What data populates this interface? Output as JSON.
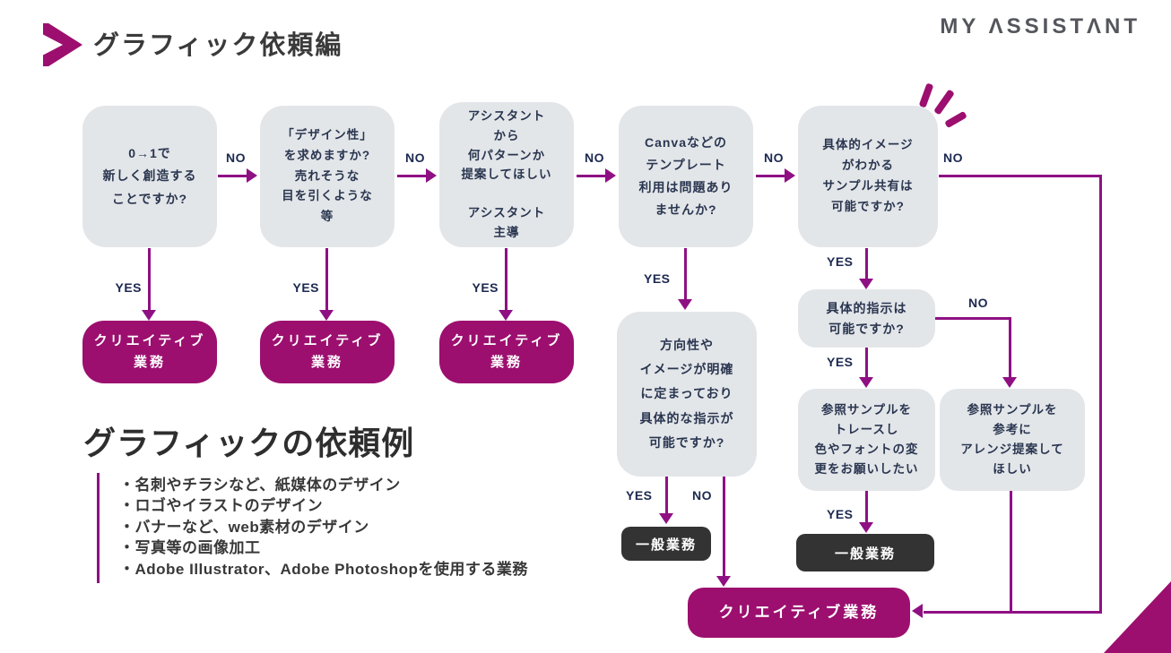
{
  "header": {
    "title": "グラフィック依頼編",
    "brand": "MY ASSISTANT",
    "brand_display": "MY ΛSSISTΛNT"
  },
  "labels": {
    "yes": "YES",
    "no": "NO"
  },
  "flow": {
    "q1": "0→1で\n新しく創造する\nことですか?",
    "q2": "「デザイン性」\nを求めますか?\n売れそうな\n目を引くような\n等",
    "q3": "アシスタント\nから\n何パターンか\n提案してほしい\n\nアシスタント\n主導",
    "q4": "Canvaなどの\nテンプレート\n利用は問題あり\nませんか?",
    "q5": "具体的イメージ\nがわかる\nサンプル共有は\n可能ですか?",
    "q_direction": "方向性や\nイメージが明確\nに定まっており\n具体的な指示が\n可能ですか?",
    "q_instruction": "具体的指示は\n可能ですか?",
    "q_trace": "参照サンプルを\nトレースし\n色やフォントの変\n更をお願いしたい",
    "q_arrange": "参照サンプルを\n参考に\nアレンジ提案して\nほしい",
    "creative_multiline": "クリエイティブ\n業務",
    "general": "一般業務",
    "creative_final": "クリエイティブ業務"
  },
  "examples": {
    "heading": "グラフィックの依頼例",
    "items": [
      "・名刺やチラシなど、紙媒体のデザイン",
      "・ロゴやイラストのデザイン",
      "・バナーなど、web素材のデザイン",
      "・写真等の画像加工",
      "・Adobe Illustrator、Adobe Photoshopを使用する業務"
    ]
  },
  "colors": {
    "magenta": "#9c0f6f",
    "line": "#8f1083",
    "box_gray": "#e3e6e9",
    "dark": "#333333",
    "box_text": "#2a3650",
    "label_text": "#1c2950"
  }
}
